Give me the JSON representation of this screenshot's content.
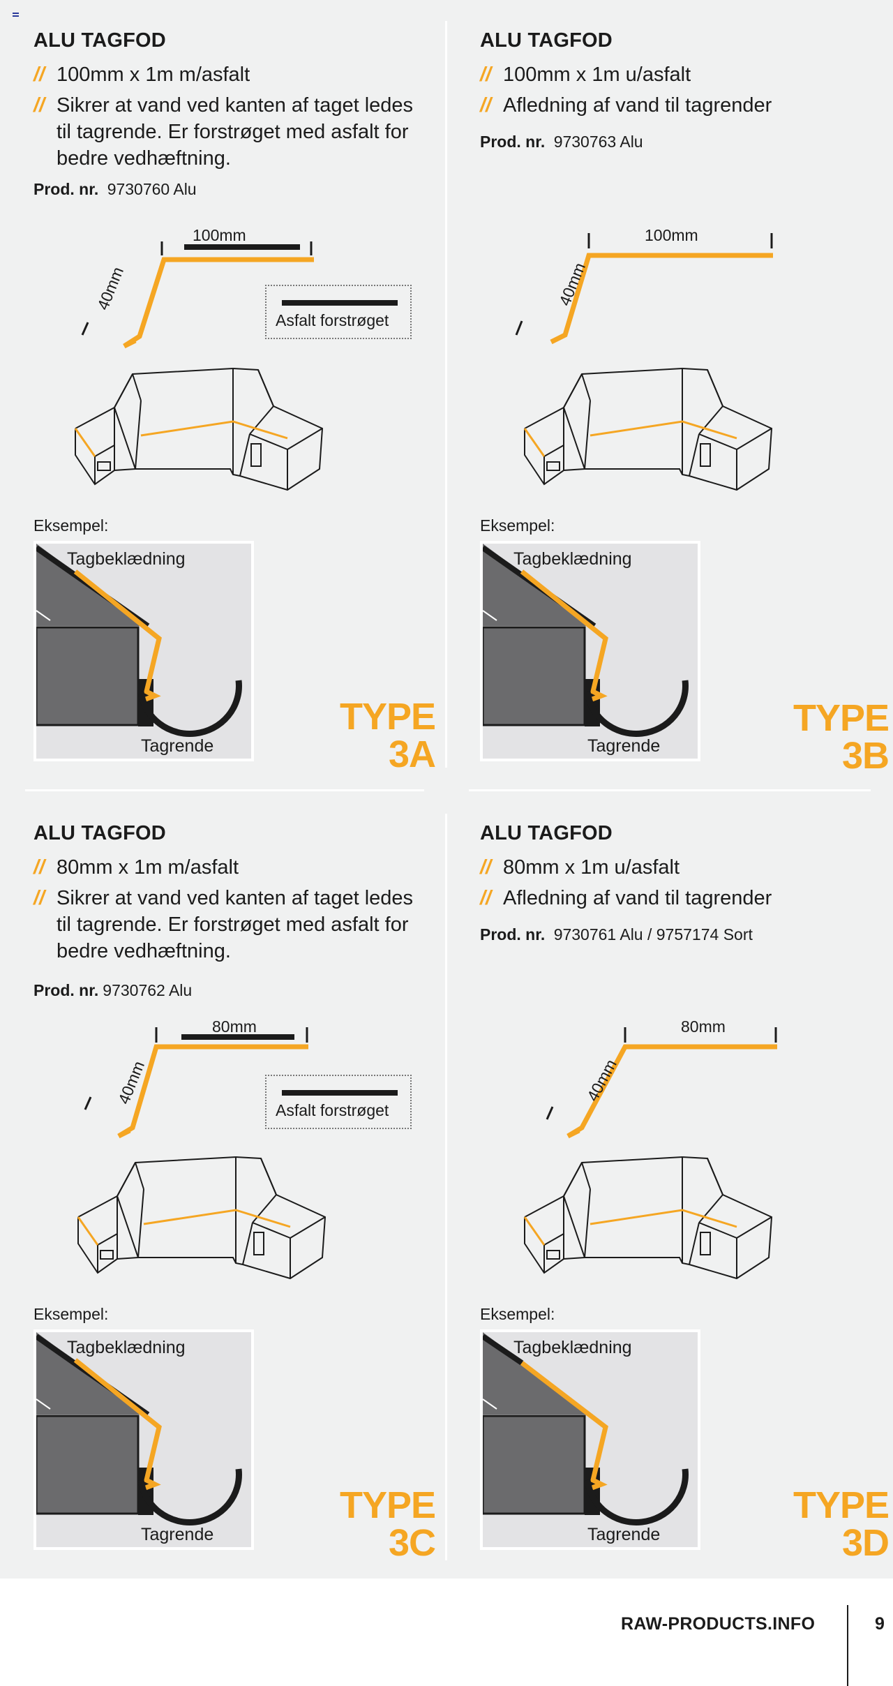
{
  "panels": [
    {
      "title": "ALU TAGFOD",
      "bullets": [
        "100mm x 1m m/asfalt",
        "Sikrer at vand ved kanten af taget ledes til tagrende. Er forstrøget med asfalt for bedre vedhæftning."
      ],
      "prod_label": "Prod. nr.",
      "prod_value": "9730760 Alu",
      "dim_width": "100mm",
      "dim_height": "40mm",
      "asfalt_label": "Asfalt forstrøget",
      "example_label": "Eksempel:",
      "tag_label": "Tagbeklædning",
      "gutter_label": "Tagrende",
      "type_word": "TYPE",
      "type_code": "3A"
    },
    {
      "title": "ALU TAGFOD",
      "bullets": [
        "100mm x 1m u/asfalt",
        "Afledning af vand til tagrender"
      ],
      "prod_label": "Prod. nr.",
      "prod_value": "9730763 Alu",
      "dim_width": "100mm",
      "dim_height": "40mm",
      "example_label": "Eksempel:",
      "tag_label": "Tagbeklædning",
      "gutter_label": "Tagrende",
      "type_word": "TYPE",
      "type_code": "3B"
    },
    {
      "title": "ALU TAGFOD",
      "bullets": [
        "80mm x 1m m/asfalt",
        "Sikrer at vand ved kanten af taget ledes til tagrende. Er forstrøget med asfalt for bedre vedhæftning."
      ],
      "prod_label": "Prod. nr.",
      "prod_value": "9730762 Alu",
      "dim_width": "80mm",
      "dim_height": "40mm",
      "asfalt_label": "Asfalt forstrøget",
      "example_label": "Eksempel:",
      "tag_label": "Tagbeklædning",
      "gutter_label": "Tagrende",
      "type_word": "TYPE",
      "type_code": "3C"
    },
    {
      "title": "ALU TAGFOD",
      "bullets": [
        "80mm x 1m u/asfalt",
        "Afledning af vand til tagrender"
      ],
      "prod_label": "Prod. nr.",
      "prod_value": "9730761 Alu / 9757174 Sort",
      "dim_width": "80mm",
      "dim_height": "40mm",
      "example_label": "Eksempel:",
      "tag_label": "Tagbeklædning",
      "gutter_label": "Tagrende",
      "type_word": "TYPE",
      "type_code": "3D"
    }
  ],
  "footer": {
    "site": "RAW-PRODUCTS.INFO",
    "page_number": "9"
  },
  "colors": {
    "accent": "#f5a623",
    "background": "#f0f1f1",
    "wall": "#6b6b6d",
    "ink": "#1b1b1b"
  }
}
